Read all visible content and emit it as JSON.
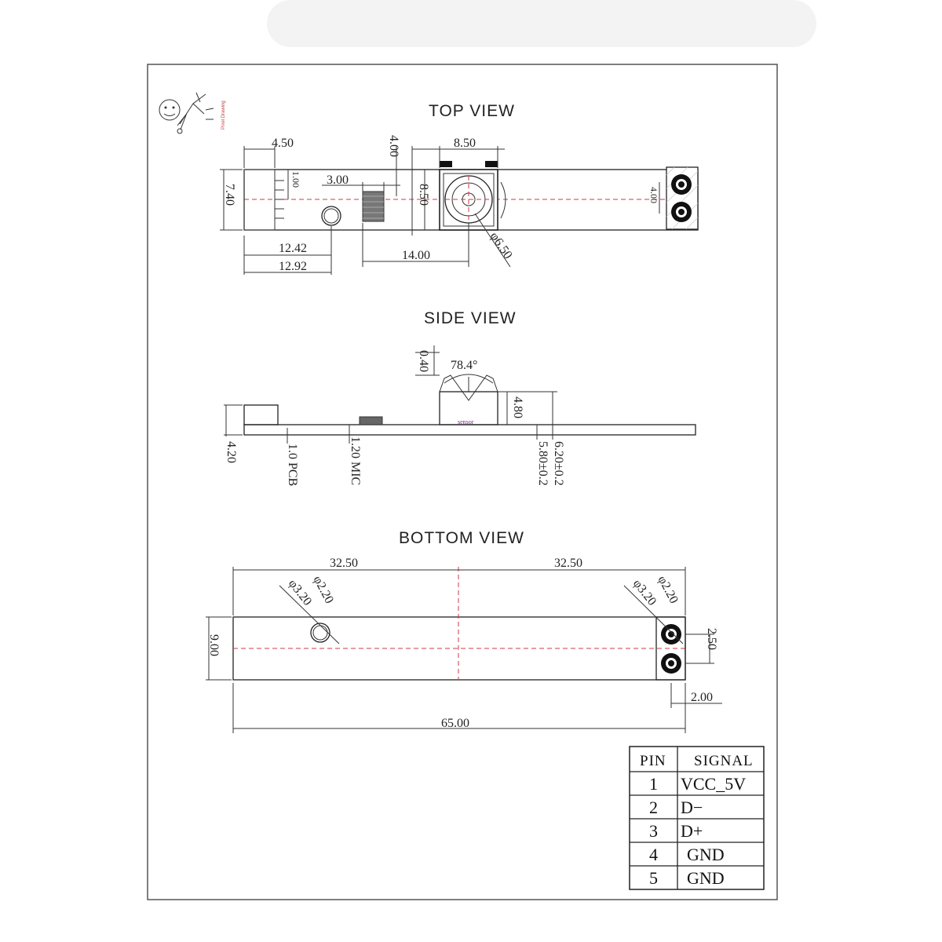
{
  "diagram": {
    "logo_text": "Pixel Drawing",
    "top_view": {
      "title": "TOP VIEW",
      "dims": {
        "d_4_50": "4.50",
        "d_4_00": "4.00",
        "d_8_50_top": "8.50",
        "d_3_00": "3.00",
        "d_1_00": "1.00",
        "d_7_40": "7.40",
        "d_8_50_side": "8.50",
        "d_4_00_right": "4.00",
        "d_12_42": "12.42",
        "d_12_92": "12.92",
        "d_14_00": "14.00",
        "d_phi_6_50": "φ6.50"
      }
    },
    "side_view": {
      "title": "SIDE VIEW",
      "sensor_label": "sensor",
      "dims": {
        "d_0_40": "0.40",
        "d_angle": "78.4°",
        "d_4_80": "4.80",
        "d_4_20": "4.20",
        "d_pcb": "1.0 PCB",
        "d_mic": "1.20 MIC",
        "d_6_20": "6.20±0.2",
        "d_5_80": "5.80±0.2"
      }
    },
    "bottom_view": {
      "title": "BOTTOM  VIEW",
      "dims": {
        "d_32_50_left": "32.50",
        "d_32_50_right": "32.50",
        "d_phi_2_20_left": "φ2.20",
        "d_phi_3_20_left": "φ3.20",
        "d_phi_2_20_right": "φ2.20",
        "d_phi_3_20_right": "φ3.20",
        "d_9_00": "9.00",
        "d_2_50": "2.50",
        "d_2_00": "2.00",
        "d_65_00": "65.00"
      }
    },
    "pin_table": {
      "headers": [
        "PIN",
        "SIGNAL"
      ],
      "rows": [
        {
          "pin": "1",
          "signal": "VCC_5V"
        },
        {
          "pin": "2",
          "signal": "D−"
        },
        {
          "pin": "3",
          "signal": "D+"
        },
        {
          "pin": "4",
          "signal": "GND"
        },
        {
          "pin": "5",
          "signal": "GND"
        }
      ]
    }
  }
}
